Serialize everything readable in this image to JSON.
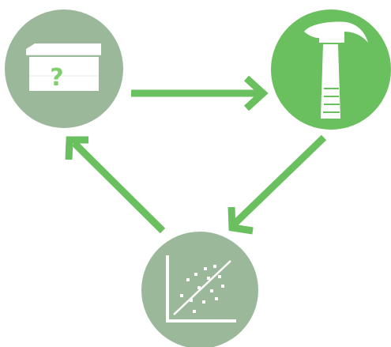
{
  "diagram": {
    "type": "cycle",
    "colors": {
      "muted_node": "#9cb89a",
      "active_node": "#6abf5e",
      "arrow": "#6abf5e",
      "icon": "#ffffff",
      "question_mark": "#7fcf6f"
    },
    "nodes": [
      {
        "id": "unknown-box",
        "icon": "mystery-box-icon",
        "state": "muted"
      },
      {
        "id": "build",
        "icon": "hammer-icon",
        "state": "active"
      },
      {
        "id": "evaluate",
        "icon": "scatter-plot-icon",
        "state": "muted"
      }
    ],
    "edges": [
      {
        "from": "unknown-box",
        "to": "build"
      },
      {
        "from": "build",
        "to": "evaluate"
      },
      {
        "from": "evaluate",
        "to": "unknown-box"
      }
    ],
    "labels": {
      "question_mark": "?"
    }
  }
}
